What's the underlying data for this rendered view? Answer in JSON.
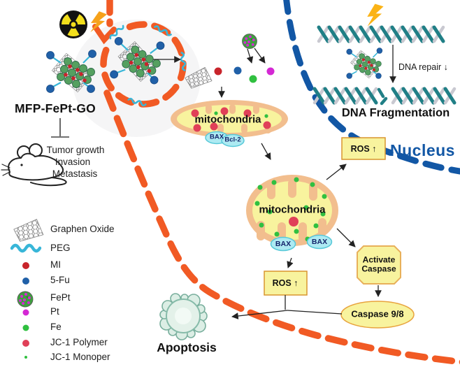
{
  "labels": {
    "compound": "MFP-FePt-GO",
    "effects": [
      "Tumor growth",
      "Invasion",
      "Metastasis"
    ],
    "mitochondria1": "mitochondria",
    "mitochondria2": "mitochondria",
    "bax": "BAX",
    "bcl2": "Bcl-2",
    "ros": "ROS ↑",
    "nucleus": "Nucleus",
    "dna_repair": "DNA repair ↓",
    "dna_fragmentation": "DNA Fragmentation",
    "activate_caspase_line1": "Activate",
    "activate_caspase_line2": "Caspase",
    "caspase": "Caspase 9/8",
    "apoptosis": "Apoptosis"
  },
  "legend": {
    "items": [
      {
        "label": "Graphen Oxide",
        "icon": "graphene-icon"
      },
      {
        "label": "PEG",
        "icon": "peg-wave-icon"
      },
      {
        "label": "MI",
        "icon": "red-dot-icon"
      },
      {
        "label": "5-Fu",
        "icon": "blue-dot-icon"
      },
      {
        "label": "FePt",
        "icon": "fept-sphere-icon"
      },
      {
        "label": "Pt",
        "icon": "magenta-dot-icon"
      },
      {
        "label": "Fe",
        "icon": "green-dot-icon"
      },
      {
        "label": "JC-1 Polymer",
        "icon": "jc1-polymer-dot-icon"
      },
      {
        "label": "JC-1 Monoper",
        "icon": "jc1-monomer-dot-icon"
      }
    ]
  },
  "colors": {
    "membrane_orange": "#F15A24",
    "nucleus_blue": "#1257A5",
    "organelle_yellow": "#F8F39E",
    "mito_peach": "#F2BE8E",
    "bax_cyan": "#ADEAF2",
    "bax_border": "#56C8D8",
    "dna_teal": "#207F86",
    "dna_gray": "#C9C9D1",
    "peg_cyan": "#38B6D8",
    "fe_green": "#30C040",
    "pt_magenta": "#D428D4",
    "fu_blue": "#2060A8",
    "mi_red": "#C8242B",
    "jc1_red": "#E04058",
    "radiation_yellow": "#F2DE1C",
    "lightning_orange": "#F6A21B"
  }
}
